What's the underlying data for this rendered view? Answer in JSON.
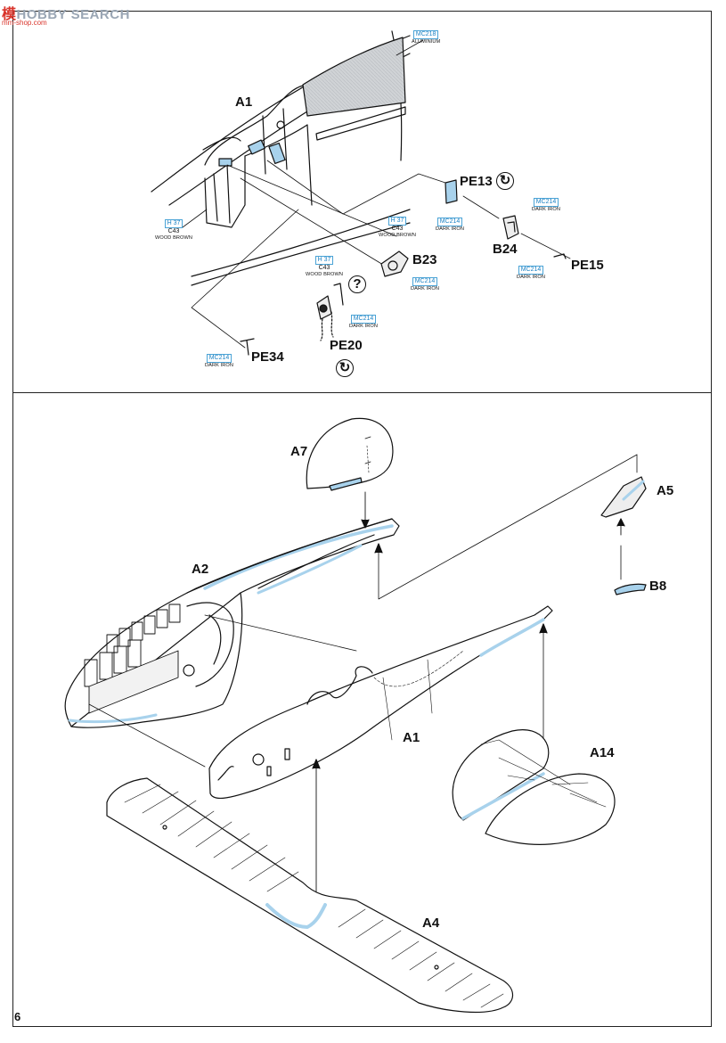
{
  "watermark": {
    "cn": "模",
    "text": "HOBBY SEARCH",
    "sub": "mm-shop.com"
  },
  "page_number": "6",
  "parts": {
    "A1_top": "A1",
    "PE13": "PE13",
    "B24": "B24",
    "PE15": "PE15",
    "B23": "B23",
    "PE20": "PE20",
    "PE34": "PE34",
    "A7": "A7",
    "A5": "A5",
    "A2": "A2",
    "B8": "B8",
    "A1_bottom": "A1",
    "A14": "A14",
    "A4": "A4"
  },
  "callouts": {
    "mc218": {
      "code": "MC218",
      "name": "ALUMINIUM"
    },
    "h37_left": {
      "code": "H 37",
      "sub": "C43",
      "name": "WOOD BROWN"
    },
    "h37_mid": {
      "code": "H 37",
      "sub": "C43",
      "name": "WOOD BROWN"
    },
    "h37_pe20": {
      "code": "H 37",
      "sub": "C43",
      "name": "WOOD BROWN"
    },
    "mc214_pe13": {
      "code": "MC214",
      "name": "DARK IRON"
    },
    "mc214_b24": {
      "code": "MC214",
      "name": "DARK IRON"
    },
    "mc214_pe15": {
      "code": "MC214",
      "name": "DARK IRON"
    },
    "mc214_b23": {
      "code": "MC214",
      "name": "DARK IRON"
    },
    "mc214_pe20": {
      "code": "MC214",
      "name": "DARK IRON"
    },
    "mc214_pe34": {
      "code": "MC214",
      "name": "DARK IRON"
    }
  },
  "symbols": {
    "question": "?",
    "flip": "↻"
  },
  "colors": {
    "paint_blue": "#a8d2ec",
    "callout_blue": "#1c82c4",
    "line": "#111111"
  }
}
